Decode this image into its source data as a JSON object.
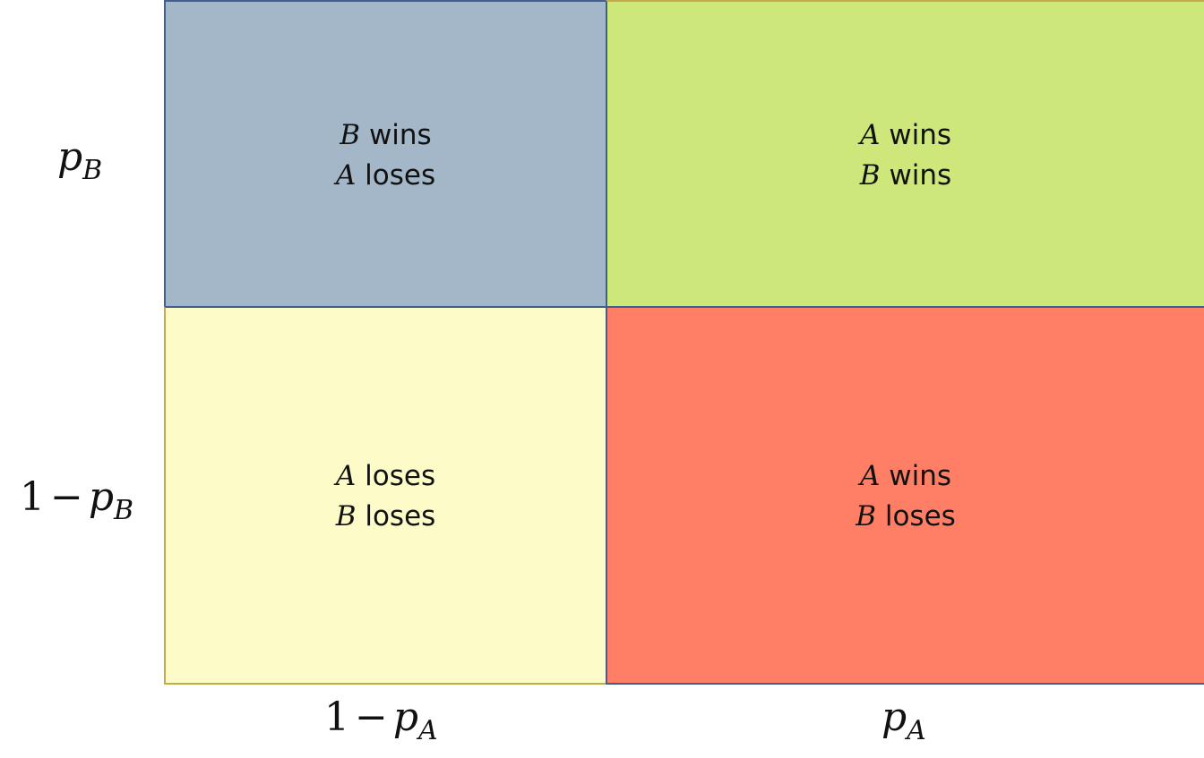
{
  "cells": {
    "top_left": {
      "line1_var": "B",
      "line1_text": "wins",
      "line2_var": "A",
      "line2_text": "loses",
      "color": "#A3B7C8"
    },
    "top_right": {
      "line1_var": "A",
      "line1_text": "wins",
      "line2_var": "B",
      "line2_text": "wins",
      "color": "#CDE77B"
    },
    "bottom_left": {
      "line1_var": "A",
      "line1_text": "loses",
      "line2_var": "B",
      "line2_text": "loses",
      "color": "#FDFCC8"
    },
    "bottom_right": {
      "line1_var": "A",
      "line1_text": "wins",
      "line2_var": "B",
      "line2_text": "loses",
      "color": "#FF7F66"
    }
  },
  "row_labels": {
    "top": {
      "prefix": "",
      "var": "p",
      "sub": "B"
    },
    "bottom": {
      "prefix": "1",
      "minus": "−",
      "var": "p",
      "sub": "B"
    }
  },
  "col_labels": {
    "left": {
      "prefix": "1",
      "minus": "−",
      "var": "p",
      "sub": "A"
    },
    "right": {
      "prefix": "",
      "var": "p",
      "sub": "A"
    }
  },
  "colors": {
    "border": "#3F5F8F",
    "border_yellow": "#C8A94A"
  }
}
